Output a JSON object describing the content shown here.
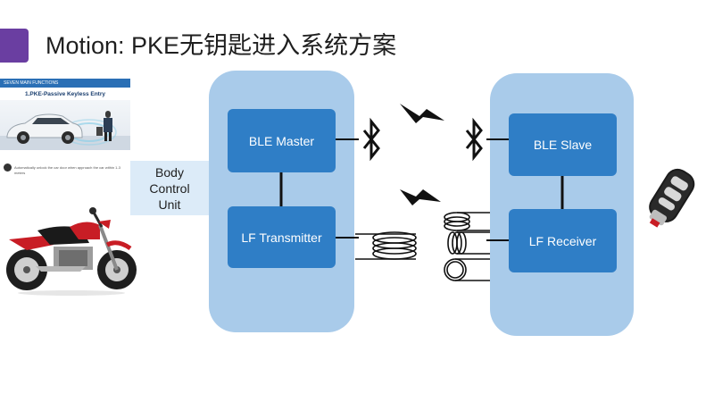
{
  "slide": {
    "title": "Motion: PKE无钥匙进入系统方案",
    "accent_color": "#6a3ea1"
  },
  "brochure": {
    "header": "SEVEN MAIN FUNCTIONS",
    "subtitle": "1.PKE-Passive Keyless Entry",
    "caption": "Automatically unlock the car door when approach the car within 1-3 meters"
  },
  "body_control_unit": {
    "line1": "Body",
    "line2": "Control",
    "line3": "Unit"
  },
  "modules": {
    "ble_master": "BLE Master",
    "lf_transmitter": "LF Transmitter",
    "ble_slave": "BLE Slave",
    "lf_receiver": "LF Receiver"
  },
  "colors": {
    "panel": "#a9cbea",
    "module": "#2f7ec6",
    "bcu": "#dcebf8"
  },
  "icons": [
    "bluetooth-icon",
    "wireless-signal-icon",
    "coil-antenna-icon",
    "key-fob-icon",
    "motorcycle-image",
    "car-image"
  ]
}
